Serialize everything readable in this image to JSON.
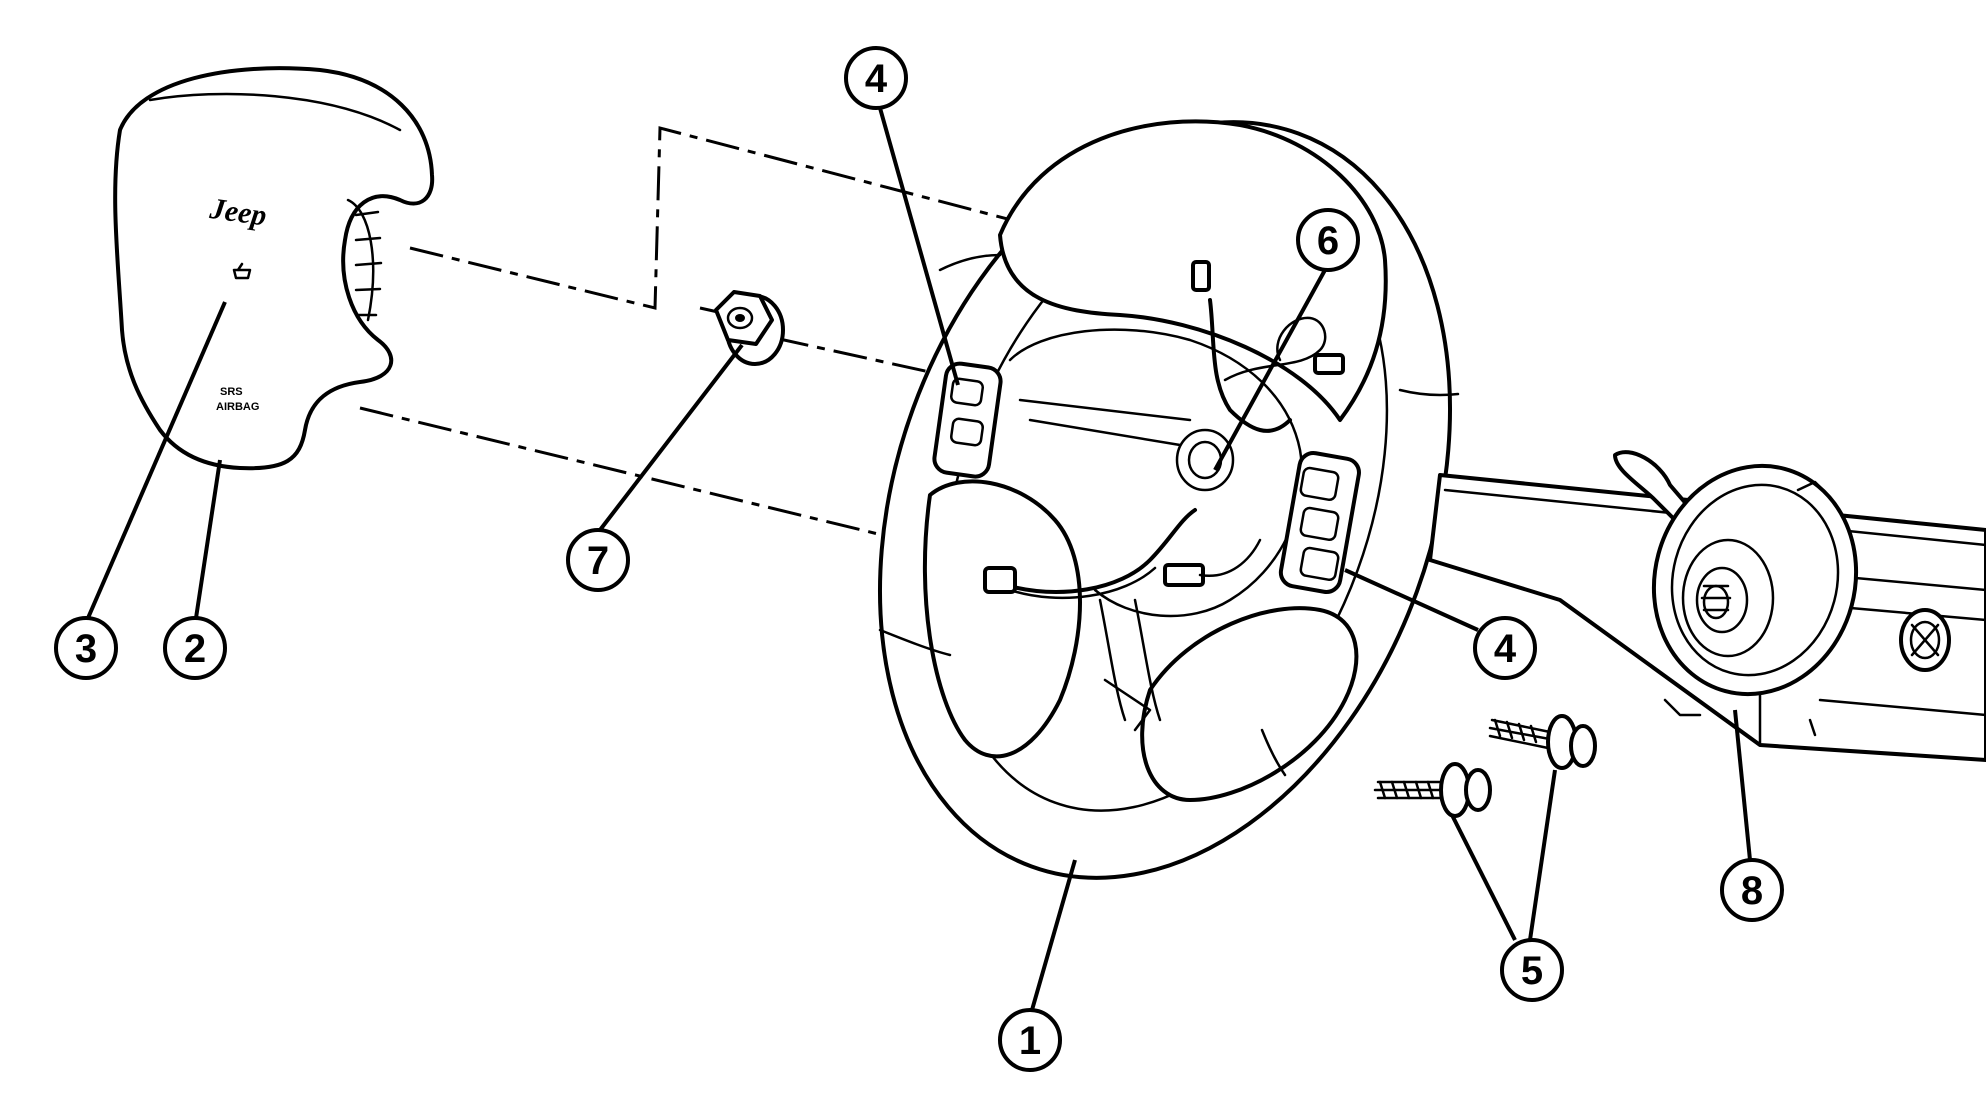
{
  "logo": {
    "text": "Jeep"
  },
  "cover_marking": {
    "text": "SRS\nAIRBAG"
  },
  "callouts": [
    {
      "id": "callout-1",
      "label": "1"
    },
    {
      "id": "callout-2",
      "label": "2"
    },
    {
      "id": "callout-3",
      "label": "3"
    },
    {
      "id": "callout-4-top",
      "label": "4"
    },
    {
      "id": "callout-4-right",
      "label": "4"
    },
    {
      "id": "callout-5",
      "label": "5"
    },
    {
      "id": "callout-6",
      "label": "6"
    },
    {
      "id": "callout-7",
      "label": "7"
    },
    {
      "id": "callout-8",
      "label": "8"
    }
  ]
}
